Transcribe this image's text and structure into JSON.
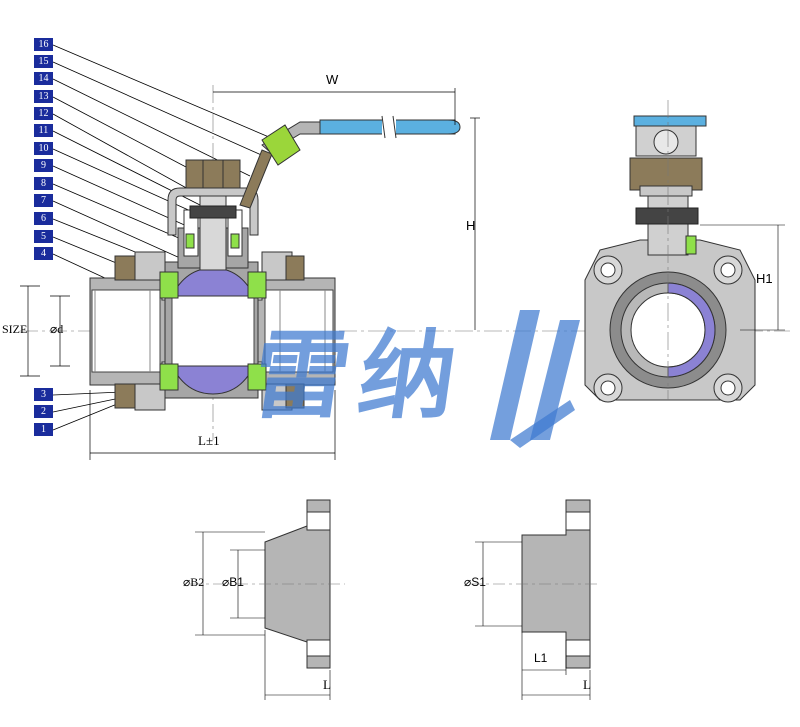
{
  "part_numbers": [
    "16",
    "15",
    "14",
    "13",
    "12",
    "11",
    "10",
    "9",
    "8",
    "7",
    "6",
    "5",
    "4",
    "3",
    "2",
    "1"
  ],
  "dimensions": {
    "w": "W",
    "h": "H",
    "h1": "H1",
    "size": "SIZE",
    "d": "⌀d",
    "l_tol": "L±1",
    "b2": "⌀B2",
    "b1": "⌀B1",
    "s1": "⌀S1",
    "l1": "L1",
    "l_left": "L",
    "l_right": "L"
  },
  "watermark": {
    "text": "雷纳"
  },
  "colors": {
    "body": "#a6a6a6",
    "body_light": "#d4d4d4",
    "ball": "#8b82d4",
    "seat": "#8fe04a",
    "handle_grip": "#5bb0e0",
    "nut": "#8c7b5a",
    "sleeve": "#9bd63a",
    "label_box": "#1a2c9c",
    "watermark": "#3e7ad0"
  }
}
